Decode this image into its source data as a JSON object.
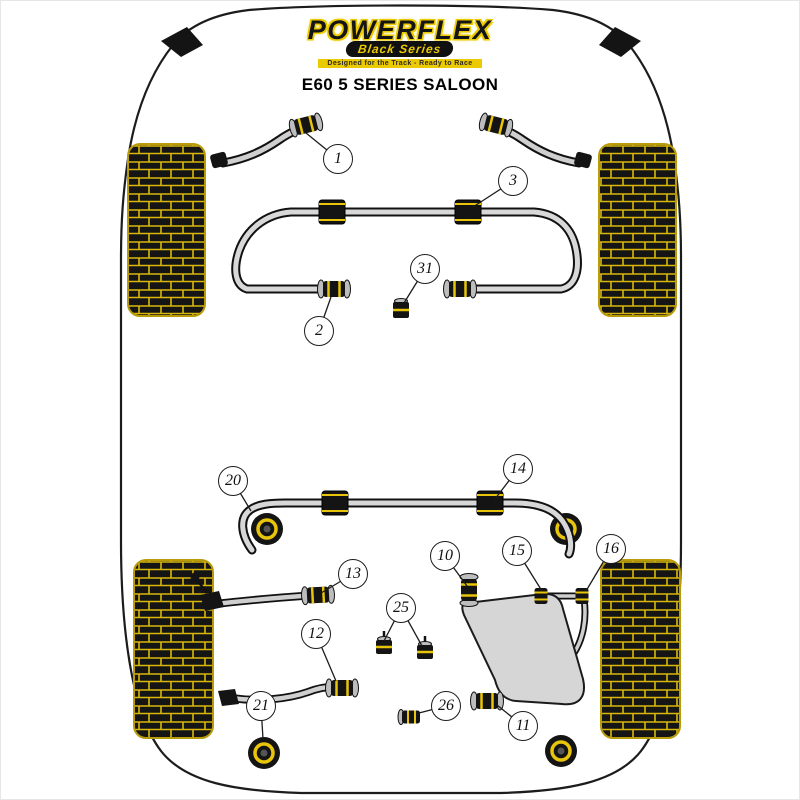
{
  "header": {
    "brand": "POWERFLEX",
    "series": "Black Series",
    "tagline": "Designed for the Track - Ready to Race",
    "model_title": "E60 5 SERIES SALOON"
  },
  "callouts": [
    {
      "label": "1"
    },
    {
      "label": "3"
    },
    {
      "label": "31"
    },
    {
      "label": "2"
    },
    {
      "label": "20"
    },
    {
      "label": "14"
    },
    {
      "label": "13"
    },
    {
      "label": "10"
    },
    {
      "label": "15"
    },
    {
      "label": "16"
    },
    {
      "label": "12"
    },
    {
      "label": "25"
    },
    {
      "label": "21"
    },
    {
      "label": "26"
    },
    {
      "label": "11"
    }
  ],
  "colors": {
    "accent_yellow": "#ecca00",
    "tread_yellow": "#d9b70b",
    "outline_black": "#1c1c1c",
    "metal_grey": "#d0d0d0"
  }
}
